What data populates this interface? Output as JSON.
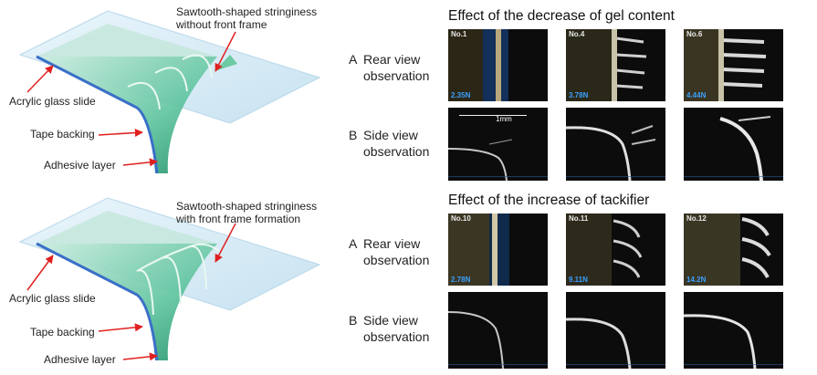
{
  "left": {
    "diagram1": {
      "title_line1": "Sawtooth-shaped stringiness",
      "title_line2": "without front frame",
      "acrylic": "Acrylic glass slide",
      "tape": "Tape backing",
      "adhesive": "Adhesive layer"
    },
    "diagram2": {
      "title_line1": "Sawtooth-shaped stringiness",
      "title_line2": "with front frame formation",
      "acrylic": "Acrylic glass slide",
      "tape": "Tape backing",
      "adhesive": "Adhesive layer"
    }
  },
  "right": {
    "section1": {
      "title": "Effect of the decrease of gel content",
      "rowA": {
        "letter": "A",
        "line1": "Rear view",
        "line2": "observation"
      },
      "rowB": {
        "letter": "B",
        "line1": "Side view",
        "line2": "observation"
      },
      "tiles": [
        {
          "no": "No.1",
          "force": "2.35N"
        },
        {
          "no": "No.4",
          "force": "3.78N"
        },
        {
          "no": "No.6",
          "force": "4.44N"
        }
      ],
      "scale_label": "1mm"
    },
    "section2": {
      "title": "Effect of the increase of tackifier",
      "rowA": {
        "letter": "A",
        "line1": "Rear view",
        "line2": "observation"
      },
      "rowB": {
        "letter": "B",
        "line1": "Side view",
        "line2": "observation"
      },
      "tiles": [
        {
          "no": "No.10",
          "force": "2.78N"
        },
        {
          "no": "No.11",
          "force": "9.11N"
        },
        {
          "no": "No.12",
          "force": "14.2N"
        }
      ]
    }
  },
  "colors": {
    "glass": "#d7ecf6",
    "adhesive": "#2aa47b",
    "tape": "#3a6fc8",
    "arrow": "#e02020"
  }
}
